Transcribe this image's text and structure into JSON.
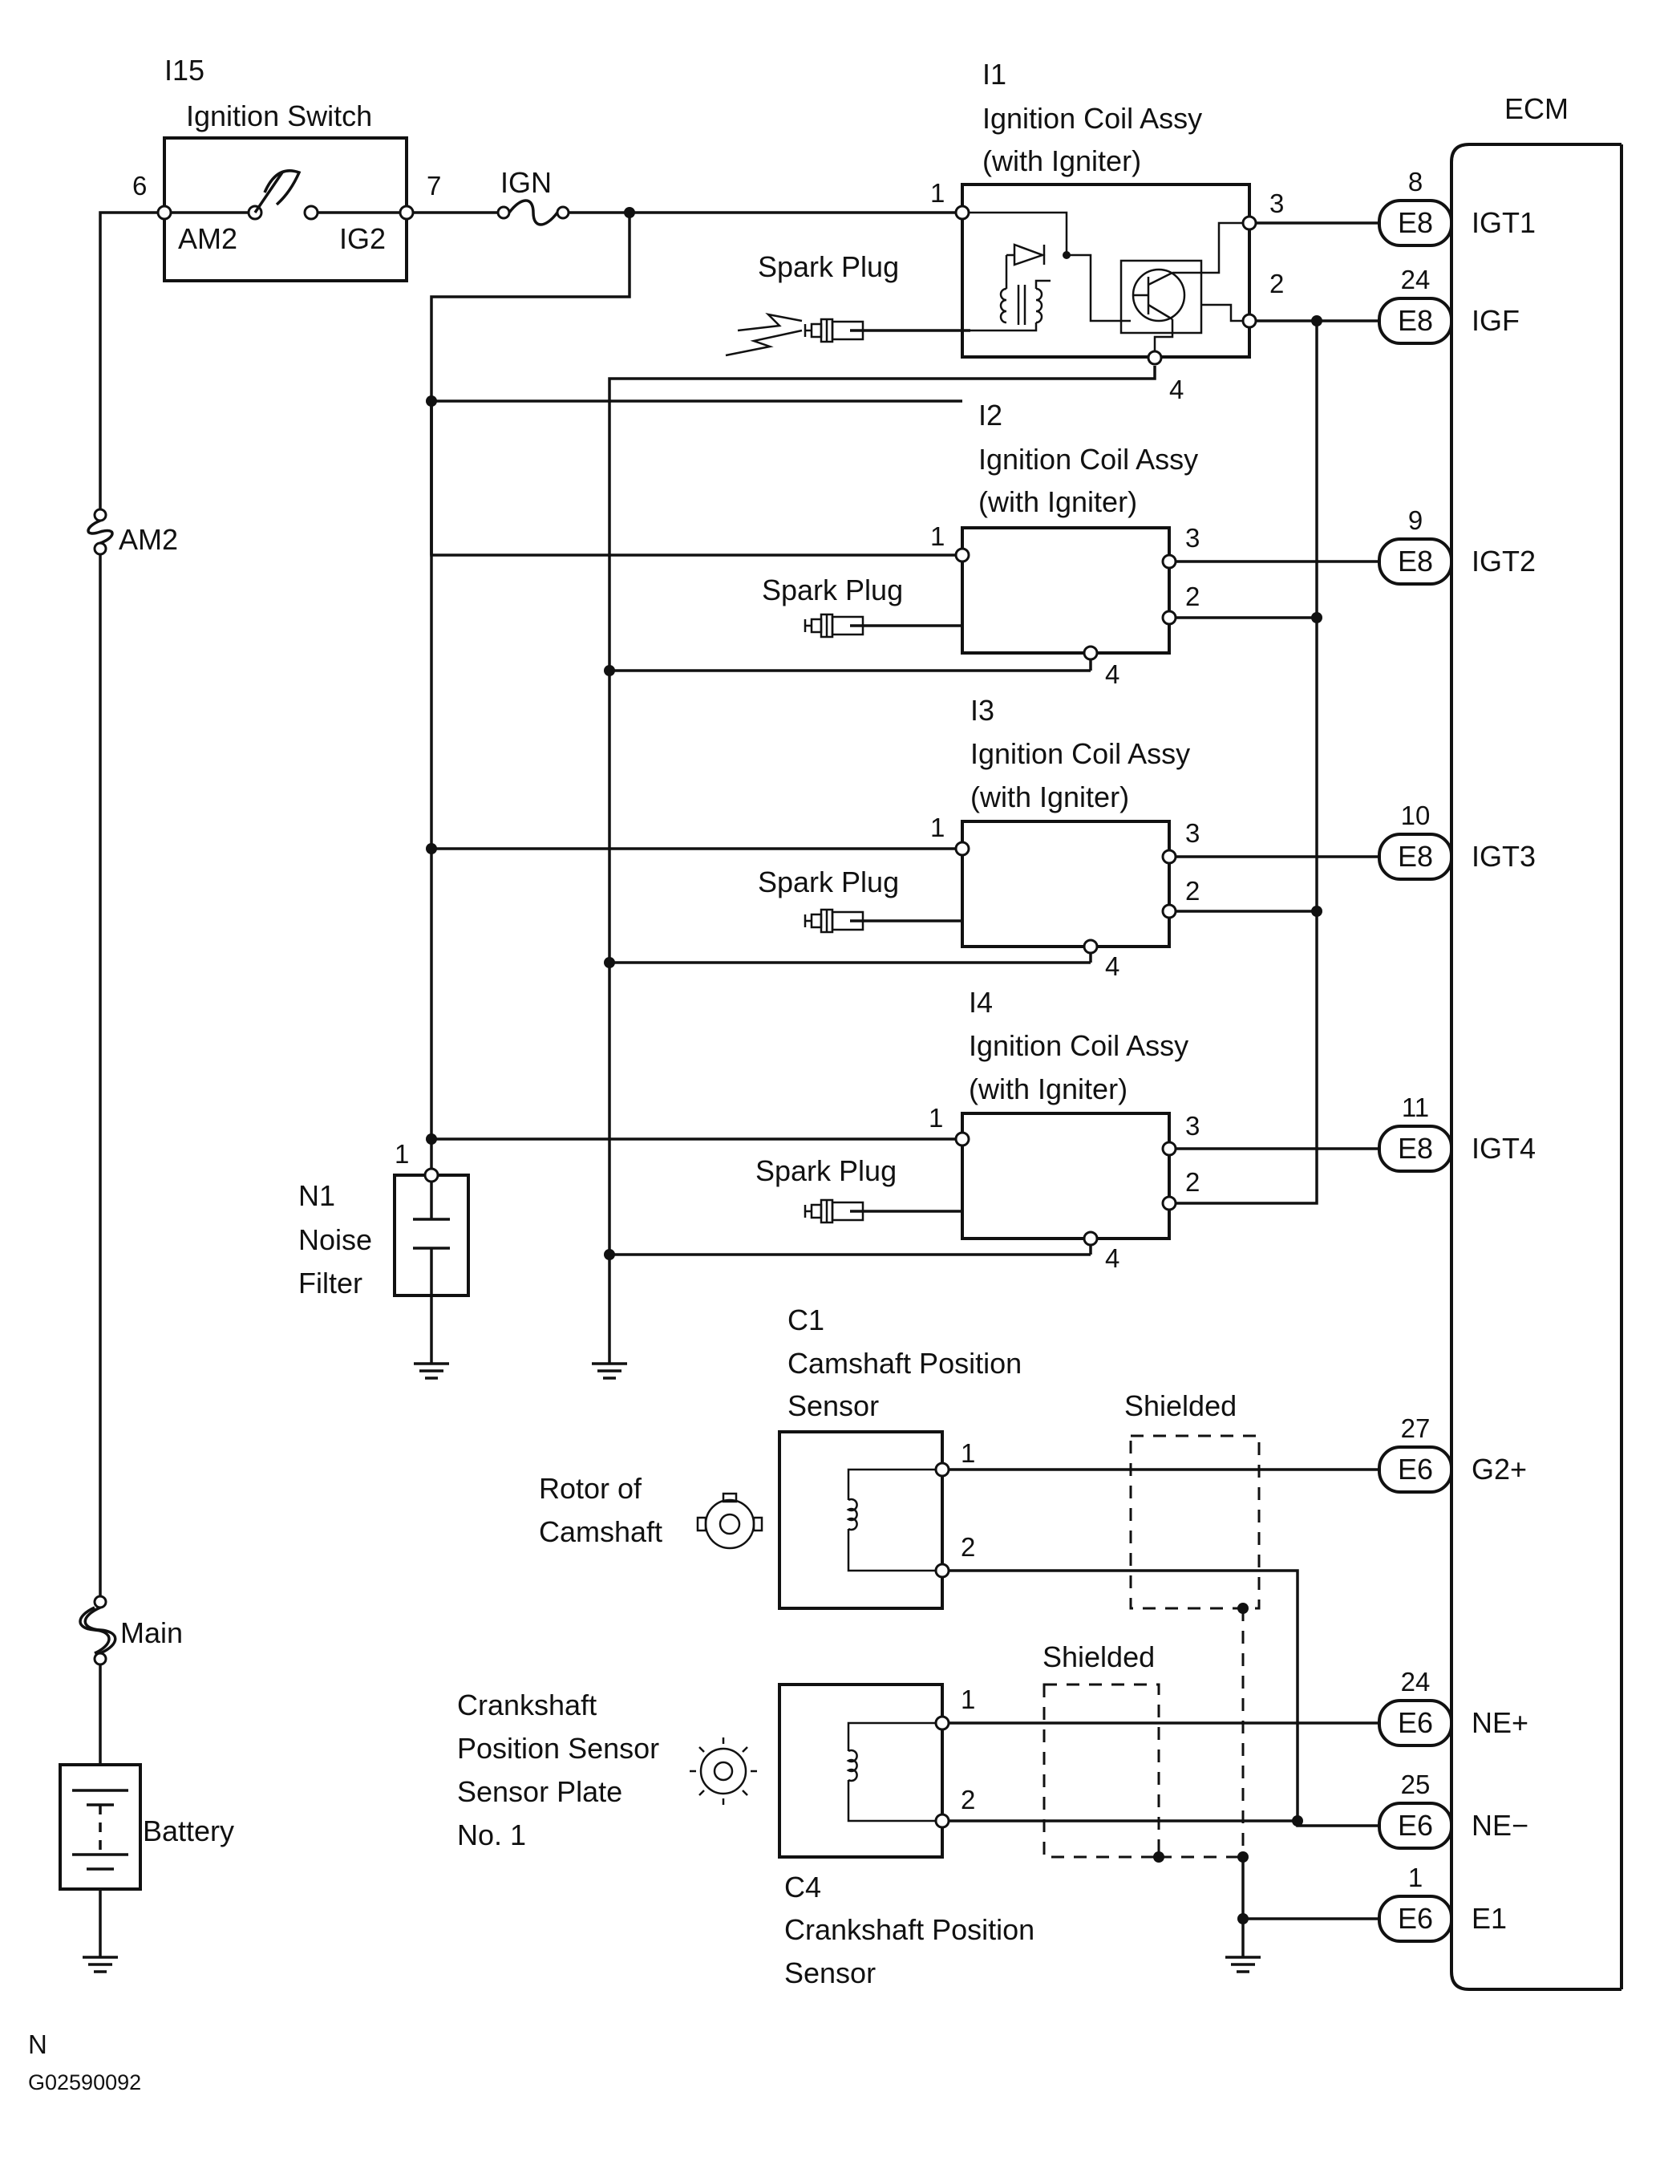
{
  "ignition_switch": {
    "id": "I15",
    "name": "Ignition Switch",
    "pin_in": "6",
    "pin_out": "7",
    "am2": "AM2",
    "ig2": "IG2"
  },
  "fuses": {
    "ign": "IGN",
    "am2": "AM2",
    "main": "Main"
  },
  "battery": "Battery",
  "coil1": {
    "id": "I1",
    "name": "Ignition Coil Assy",
    "sub": "(with Igniter)",
    "spark_plug": "Spark Plug",
    "p1": "1",
    "p2": "2",
    "p3": "3",
    "p4": "4"
  },
  "coil2": {
    "id": "I2",
    "name": "Ignition Coil Assy",
    "sub": "(with Igniter)",
    "spark_plug": "Spark Plug",
    "p1": "1",
    "p2": "2",
    "p3": "3",
    "p4": "4"
  },
  "coil3": {
    "id": "I3",
    "name": "Ignition Coil Assy",
    "sub": "(with Igniter)",
    "spark_plug": "Spark Plug",
    "p1": "1",
    "p2": "2",
    "p3": "3",
    "p4": "4"
  },
  "coil4": {
    "id": "I4",
    "name": "Ignition Coil Assy",
    "sub": "(with Igniter)",
    "spark_plug": "Spark Plug",
    "p1": "1",
    "p2": "2",
    "p3": "3",
    "p4": "4"
  },
  "noise_filter": {
    "id": "N1",
    "line1": "Noise",
    "line2": "Filter",
    "pin": "1"
  },
  "cam_sensor": {
    "id": "C1",
    "line1": "Camshaft Position",
    "line2": "Sensor",
    "rotor1": "Rotor of",
    "rotor2": "Camshaft",
    "p1": "1",
    "p2": "2"
  },
  "crank_sensor": {
    "id": "C4",
    "line1": "Crankshaft Position",
    "line2": "Sensor",
    "plate1": "Crankshaft",
    "plate2": "Position Sensor",
    "plate3": "Sensor Plate",
    "plate4": "No. 1",
    "p1": "1",
    "p2": "2"
  },
  "shielded": "Shielded",
  "ecm": {
    "title": "ECM",
    "terminals": [
      {
        "pin": "8",
        "connector": "E8",
        "signal": "IGT1"
      },
      {
        "pin": "24",
        "connector": "E8",
        "signal": "IGF"
      },
      {
        "pin": "9",
        "connector": "E8",
        "signal": "IGT2"
      },
      {
        "pin": "10",
        "connector": "E8",
        "signal": "IGT3"
      },
      {
        "pin": "11",
        "connector": "E8",
        "signal": "IGT4"
      },
      {
        "pin": "27",
        "connector": "E6",
        "signal": "G2+"
      },
      {
        "pin": "24",
        "connector": "E6",
        "signal": "NE+"
      },
      {
        "pin": "25",
        "connector": "E6",
        "signal": "NE−"
      },
      {
        "pin": "1",
        "connector": "E6",
        "signal": "E1"
      }
    ]
  },
  "footer": {
    "code": "N",
    "figure_id": "G02590092"
  }
}
